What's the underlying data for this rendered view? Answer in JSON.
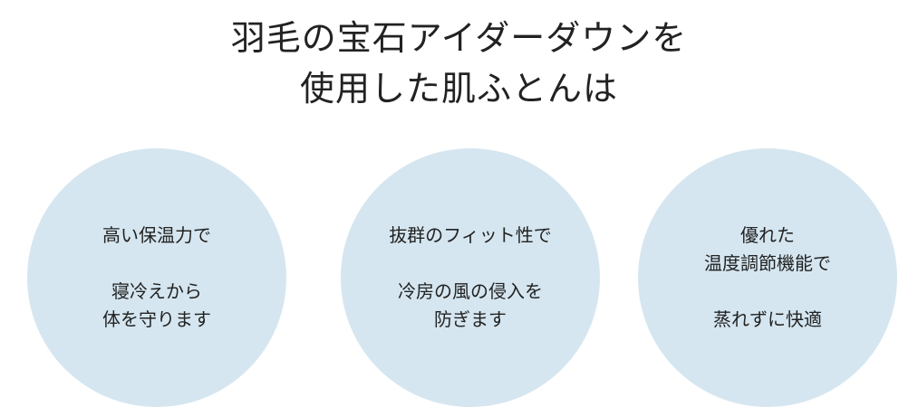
{
  "title": {
    "line1": "羽毛の宝石アイダーダウンを",
    "line2": "使用した肌ふとんは"
  },
  "features": [
    {
      "lines_a": [
        "高い保温力で"
      ],
      "lines_b": [
        "寝冷えから",
        "体を守ります"
      ]
    },
    {
      "lines_a": [
        "抜群のフィット性で"
      ],
      "lines_b": [
        "冷房の風の侵入を",
        "防ぎます"
      ]
    },
    {
      "lines_a": [
        "優れた",
        "温度調節機能で"
      ],
      "lines_b": [
        "蒸れずに快適"
      ]
    }
  ],
  "colors": {
    "circle": "#d5e6f0",
    "text": "#222222"
  }
}
